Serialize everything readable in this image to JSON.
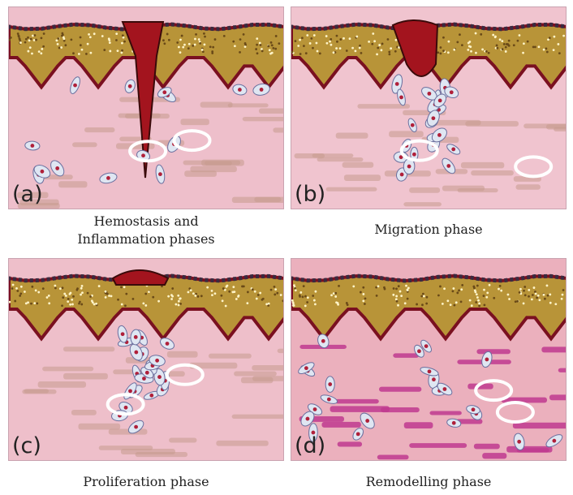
{
  "panels": [
    {
      "id": "a",
      "letter": "(a)",
      "caption_lines": [
        "Hemostasis and",
        "Inflammation phases"
      ],
      "clot": "large-wedge",
      "dermis_color": "#eebfcb",
      "cell_style": "scattered"
    },
    {
      "id": "b",
      "letter": "(b)",
      "caption_lines": [
        "Migration phase"
      ],
      "clot": "blob",
      "dermis_color": "#f0c4cf",
      "cell_style": "migrating"
    },
    {
      "id": "c",
      "letter": "(c)",
      "caption_lines": [
        "Proliferation phase"
      ],
      "clot": "cap",
      "dermis_color": "#eebfca",
      "cell_style": "proliferating"
    },
    {
      "id": "d",
      "letter": "(d)",
      "caption_lines": [
        "Remodelling phase"
      ],
      "clot": "none",
      "dermis_color": "#ebb0bd",
      "cell_style": "remodelled"
    }
  ],
  "colors": {
    "epidermis_outer": "#7a1020",
    "epidermis_fill": "#b89438",
    "clot": "#a3141e",
    "fiber": "#c79a8e",
    "fiber_remodel": "#c0398f",
    "cell_fill": "#dfe6f2",
    "cell_nucleus": "#6b6f9e"
  },
  "icons": [
    "wound-clot-illustration",
    "skin-layer-illustration"
  ]
}
